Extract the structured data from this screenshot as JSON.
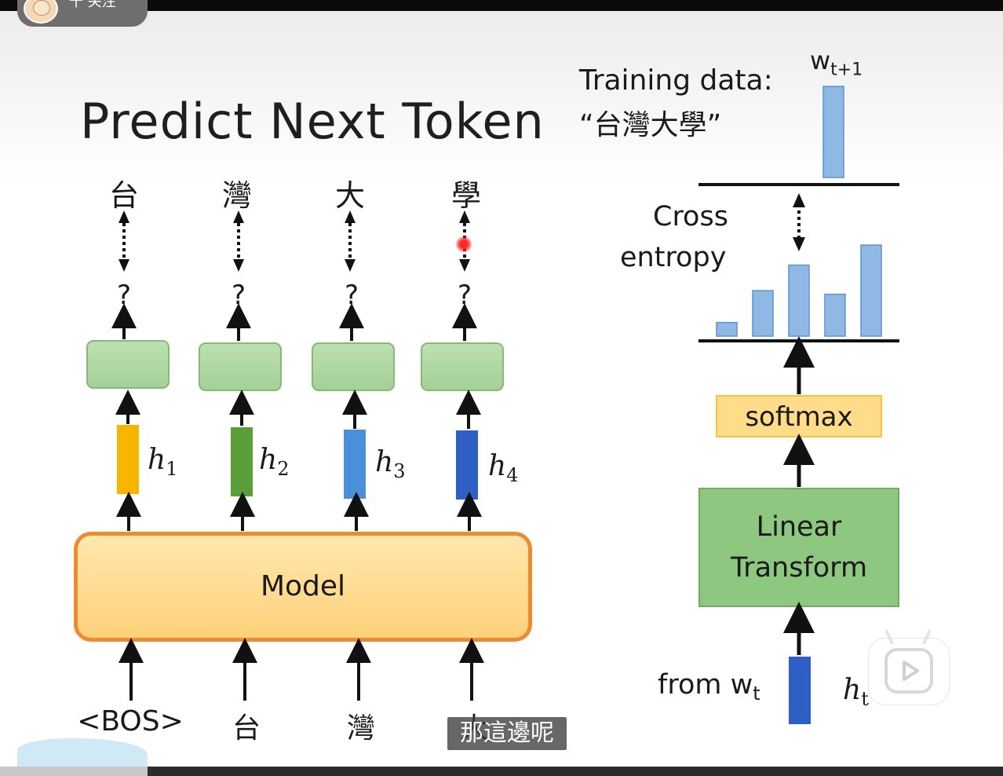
{
  "overlay": {
    "follow_label": "十 关注",
    "subtitle": "那這邊呢"
  },
  "slide": {
    "title": "Predict Next Token",
    "left": {
      "output_tokens": [
        "台",
        "灣",
        "大",
        "學"
      ],
      "unknown_mark": "?",
      "hidden_labels": [
        {
          "base": "h",
          "sub": "1",
          "color": "#f7b500"
        },
        {
          "base": "h",
          "sub": "2",
          "color": "#5a9e3a"
        },
        {
          "base": "h",
          "sub": "3",
          "color": "#4a90d9"
        },
        {
          "base": "h",
          "sub": "4",
          "color": "#2e5fc4"
        }
      ],
      "model_label": "Model",
      "input_tokens": [
        "<BOS>",
        "台",
        "灣",
        "大"
      ]
    },
    "right": {
      "training_label": "Training data:",
      "training_value": "“台灣大學”",
      "target": {
        "base": "w",
        "sub": "t+1"
      },
      "loss_line1": "Cross",
      "loss_line2": "entropy",
      "softmax_label": "softmax",
      "linear_line1": "Linear",
      "linear_line2": "Transform",
      "from_label": {
        "base": "from w",
        "sub": "t"
      },
      "input_vector": {
        "base": "h",
        "sub": "t",
        "color": "#2e5fc4"
      },
      "distribution": [
        0.15,
        0.5,
        0.78,
        0.46,
        1.0
      ],
      "target_bar": 1.0,
      "bar_color": "#8fb8e4"
    }
  }
}
